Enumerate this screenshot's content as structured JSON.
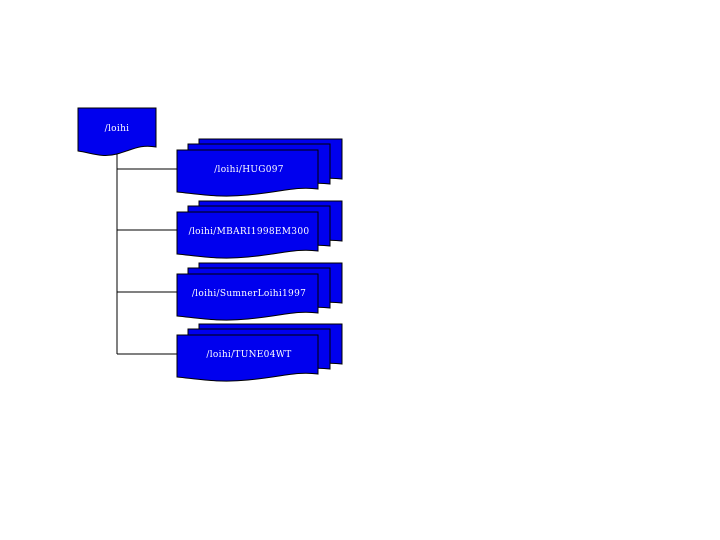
{
  "diagram": {
    "root": {
      "label": "/loihi"
    },
    "children": [
      {
        "label": "/loihi/HUG097"
      },
      {
        "label": "/loihi/MBARI1998EM300"
      },
      {
        "label": "/loihi/SumnerLoihi1997"
      },
      {
        "label": "/loihi/TUNE04WT"
      }
    ]
  },
  "colors": {
    "node_fill": "#0000ee",
    "node_stroke": "#000000",
    "connector": "#000000",
    "label_text": "#ffffff"
  }
}
